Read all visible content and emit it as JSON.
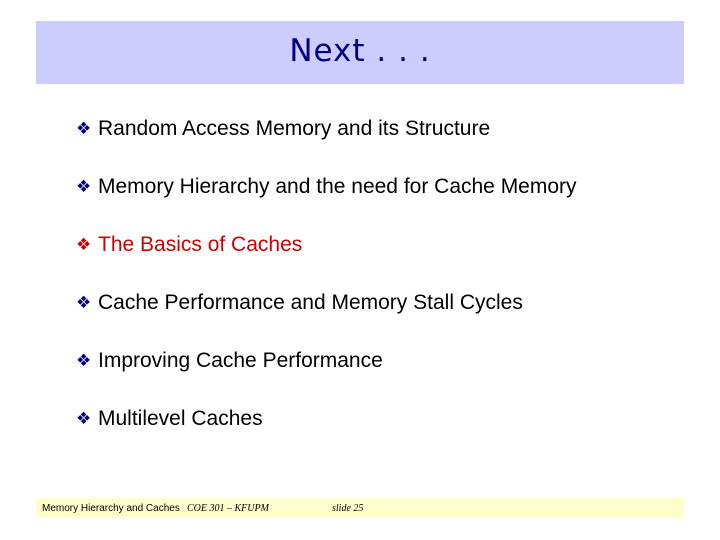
{
  "title": "Next . . .",
  "bullets": [
    {
      "text": "Random Access Memory and its Structure",
      "highlight": false
    },
    {
      "text": "Memory Hierarchy and the need for Cache Memory",
      "highlight": false
    },
    {
      "text": "The Basics of Caches",
      "highlight": true
    },
    {
      "text": "Cache Performance and Memory Stall Cycles",
      "highlight": false
    },
    {
      "text": "Improving Cache Performance",
      "highlight": false
    },
    {
      "text": "Multilevel Caches",
      "highlight": false
    }
  ],
  "bullet_marker": "❖",
  "footer": {
    "course": "Memory Hierarchy and Caches",
    "code": "COE 301 – KFUPM",
    "slide": "slide 25"
  },
  "colors": {
    "title_bar": "#ccccff",
    "title_text": "#000080",
    "bullet_marker": "#000080",
    "highlight": "#cc0000",
    "footer_bar": "#ffffcc"
  },
  "icons": {
    "bullet_marker": "diamond-quad-bullet-icon"
  }
}
